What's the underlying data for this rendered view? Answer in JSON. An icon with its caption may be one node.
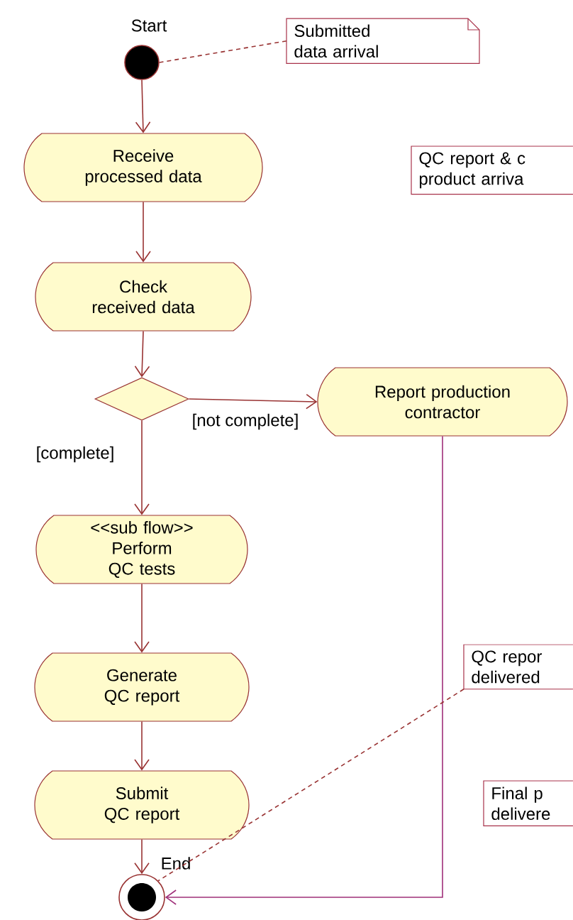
{
  "diagram": {
    "nodes": [
      {
        "text": [],
        "shape": "circle",
        "beside": [
          "Start"
        ]
      },
      {
        "text": [
          "Submitted data arrival"
        ]
      },
      {
        "text": [
          "Receive processed data"
        ]
      },
      {
        "text": [
          "Check received data"
        ]
      },
      {
        "text": [],
        "shape": "diamond"
      },
      {
        "text": [
          "Report production contractor"
        ]
      },
      {
        "text": [
          "<<sub flow>>",
          "Perform QC tests"
        ]
      },
      {
        "text": [
          "Generate QC report"
        ]
      },
      {
        "text": [
          "Submit QC report"
        ]
      },
      {
        "text": [],
        "shape": "circle",
        "beside": [
          "End"
        ]
      },
      {
        "text": [
          "QC report & c product arriva"
        ]
      },
      {
        "text": [
          "QC repor delivered"
        ]
      },
      {
        "text": [
          "Final p delivere"
        ]
      }
    ],
    "edges": [
      {
        "from": 1,
        "to": 0,
        "arrow": "none",
        "style": "dashed"
      },
      {
        "from": 0,
        "to": 2,
        "arrow": "to"
      },
      {
        "from": 2,
        "to": 3,
        "arrow": "to"
      },
      {
        "from": 3,
        "to": 4,
        "arrow": "to"
      },
      {
        "from": 4,
        "to": 5,
        "arrow": "to",
        "label": "[not complete]"
      },
      {
        "from": 4,
        "to": 6,
        "arrow": "to",
        "label": "[complete]"
      },
      {
        "from": 6,
        "to": 7,
        "arrow": "to"
      },
      {
        "from": 7,
        "to": 8,
        "arrow": "to"
      },
      {
        "from": 8,
        "to": 9,
        "arrow": "to"
      },
      {
        "from": 5,
        "to": 9,
        "arrow": "to",
        "color": "#a0307a"
      },
      {
        "from": 11,
        "to": 9,
        "arrow": "none",
        "style": "dashed"
      }
    ]
  }
}
